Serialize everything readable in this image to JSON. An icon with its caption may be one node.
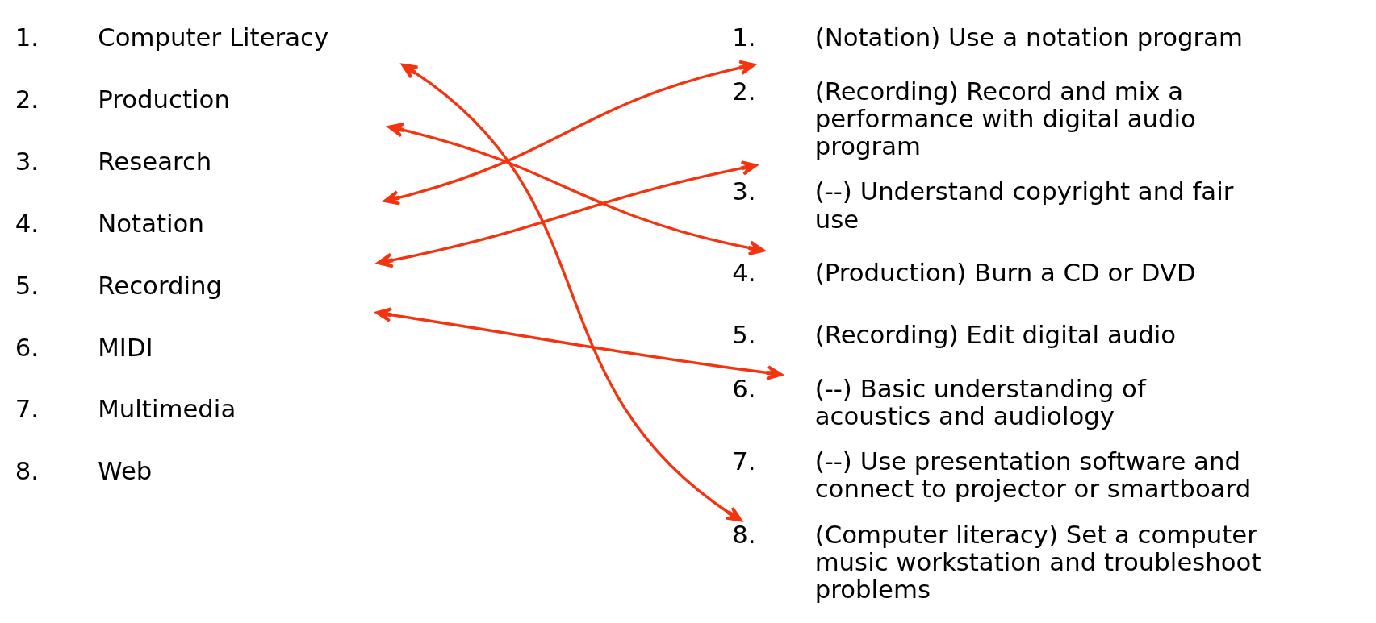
{
  "diagram": {
    "nodes": [
      {
        "text": [
          "1.",
          "Computer Literacy"
        ]
      },
      {
        "text": [
          "2.",
          "Production"
        ]
      },
      {
        "text": [
          "3.",
          "Research"
        ]
      },
      {
        "text": [
          "4.",
          "Notation"
        ]
      },
      {
        "text": [
          "5.",
          "Recording"
        ]
      },
      {
        "text": [
          "6.",
          "MIDI"
        ]
      },
      {
        "text": [
          "7.",
          "Multimedia"
        ]
      },
      {
        "text": [
          "8.",
          "Web"
        ]
      },
      {
        "text": [
          "1.",
          "(Notation) Use a notation program"
        ]
      },
      {
        "text": [
          "2.",
          "(Recording) Record and mix a performance with digital audio program"
        ]
      },
      {
        "text": [
          "3.",
          "(--) Understand copyright and fair use"
        ]
      },
      {
        "text": [
          "4.",
          "(Production) Burn a CD or DVD"
        ]
      },
      {
        "text": [
          "5.",
          "(Recording) Edit digital audio"
        ]
      },
      {
        "text": [
          "6.",
          "(--) Basic understanding of acoustics and audiology"
        ]
      },
      {
        "text": [
          "7.",
          "(--) Use presentation software and connect to projector or smartboard"
        ]
      },
      {
        "text": [
          "8.",
          "(Computer literacy) Set a computer music workstation and troubleshoot problems"
        ]
      }
    ],
    "edges": [
      {
        "from": 0,
        "to": 15,
        "arrow": "both"
      },
      {
        "from": 1,
        "to": 11,
        "arrow": "both"
      },
      {
        "from": 3,
        "to": 8,
        "arrow": "both"
      },
      {
        "from": 4,
        "to": 9,
        "arrow": "both"
      },
      {
        "from": 4,
        "to": 13,
        "arrow": "both"
      }
    ]
  }
}
